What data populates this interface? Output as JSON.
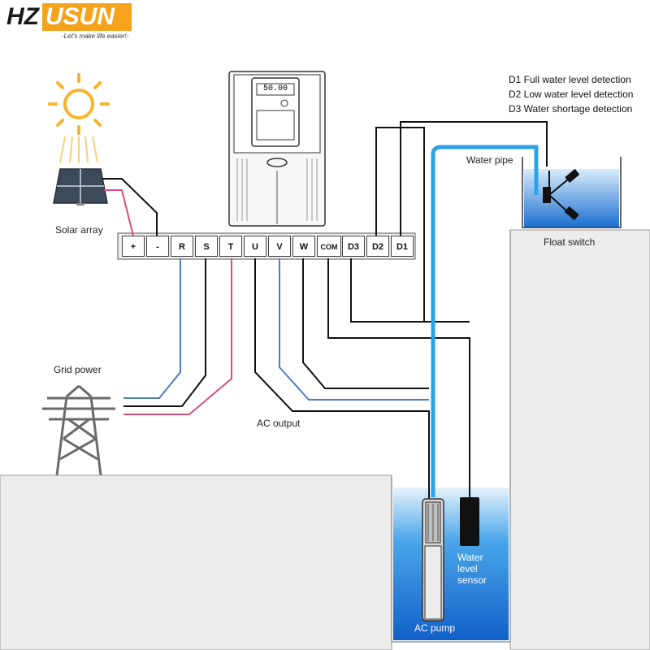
{
  "logo": {
    "part1": "HZ",
    "part2": "USUN",
    "tagline": "-Let's make life easier!-"
  },
  "colors": {
    "brand_orange": "#f5a31a",
    "wire_blue": "#4f7bc4",
    "wire_red": "#d94f7a",
    "wire_black": "#111111",
    "water_blue": "#2b8be0",
    "pipe_blue": "#29a3e6",
    "ground_gray": "#ececec"
  },
  "legend": {
    "d1": "D1 Full water level detection",
    "d2": "D2 Low water level detection",
    "d3": "D3 Water shortage detection"
  },
  "inverter": {
    "display": "50.00"
  },
  "terminals": [
    "+",
    "-",
    "R",
    "S",
    "T",
    "U",
    "V",
    "W",
    "COM",
    "D3",
    "D2",
    "D1"
  ],
  "labels": {
    "solar": "Solar array",
    "grid": "Grid power",
    "ac_output": "AC output",
    "water_pipe": "Water pipe",
    "float_switch": "Float switch",
    "sensor_line1": "Water",
    "sensor_line2": "level",
    "sensor_line3": "sensor",
    "pump": "AC pump"
  }
}
